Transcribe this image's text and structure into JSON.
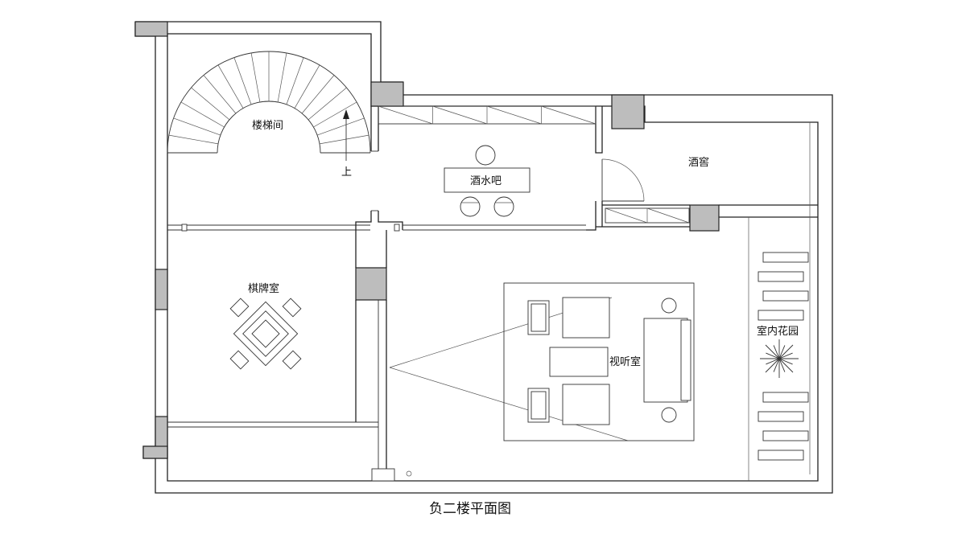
{
  "plan": {
    "title": "负二楼平面图",
    "rooms": {
      "stairwell": "楼梯间",
      "stair_up": "上",
      "wine_bar": "酒水吧",
      "wine_cellar": "酒窖",
      "card_room": "棋牌室",
      "av_room": "视听室",
      "indoor_garden": "室内花园"
    }
  }
}
